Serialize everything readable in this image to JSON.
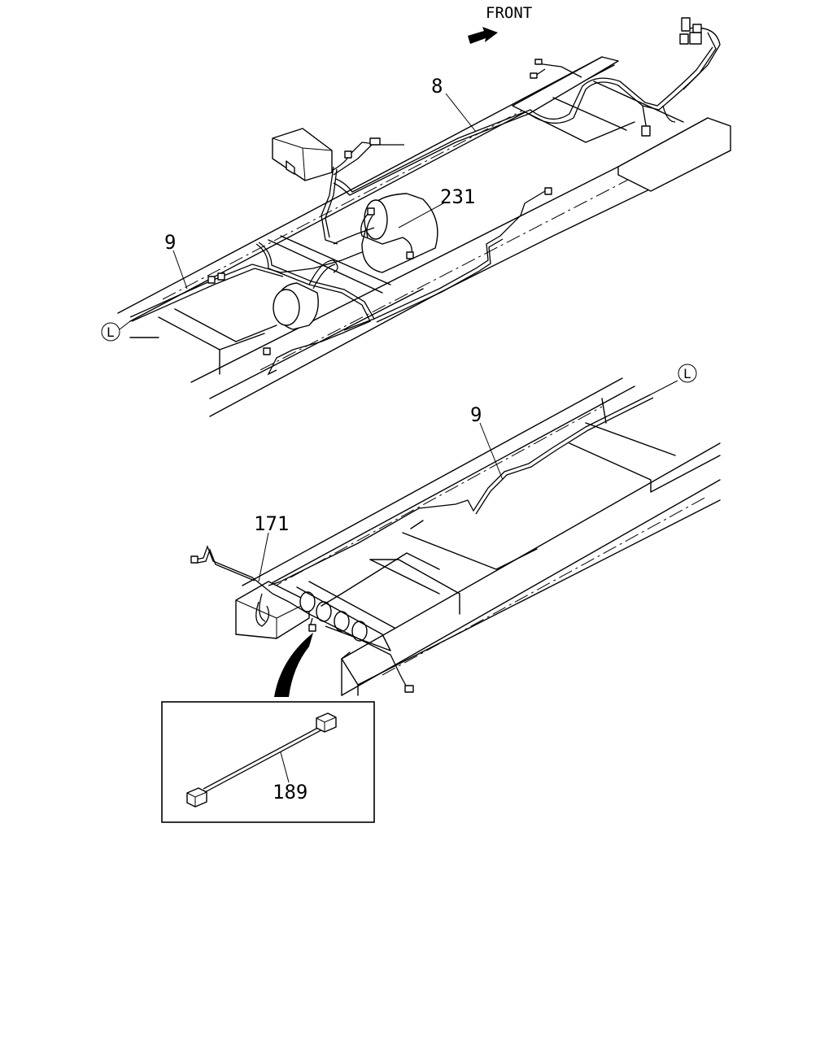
{
  "direction": {
    "label": "FRONT",
    "arrow_icon": "arrow-right-icon"
  },
  "callouts": {
    "harness_8": "8",
    "harness_9_upper": "9",
    "part_231": "231",
    "harness_9_lower": "9",
    "part_171": "171",
    "part_189": "189"
  },
  "connection_markers": {
    "upper": "L",
    "lower": "L"
  }
}
